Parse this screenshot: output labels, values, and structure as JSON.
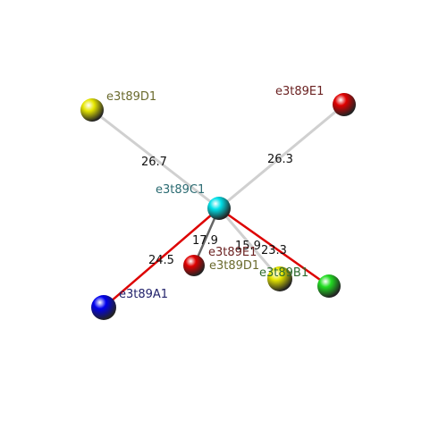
{
  "atoms": [
    {
      "id": "D1a",
      "label": "e3t89D1",
      "color": "#e6e600",
      "label_color": "#6b6b2e"
    },
    {
      "id": "E1a",
      "label": "e3t89E1",
      "color": "#e00000",
      "label_color": "#6b2222"
    },
    {
      "id": "C1",
      "label": "e3t89C1",
      "color": "#00e0e8",
      "label_color": "#2b6b72"
    },
    {
      "id": "E1b",
      "label": "e3t89E1",
      "color": "#e00000",
      "label_color": "#6b2222"
    },
    {
      "id": "D1b",
      "label": "e3t89D1",
      "color": "#e6e600",
      "label_color": "#6b6b2e"
    },
    {
      "id": "B1",
      "label": "e3t89B1",
      "color": "#22dd22",
      "label_color": "#2e6b2e"
    },
    {
      "id": "A1",
      "label": "e3t89A1",
      "color": "#0000ee",
      "label_color": "#22226b"
    }
  ],
  "bonds": [
    {
      "from": "C1",
      "to": "D1a",
      "distance": "26.7",
      "color": "#d0d0d0"
    },
    {
      "from": "C1",
      "to": "E1a",
      "distance": "26.3",
      "color": "#d0d0d0"
    },
    {
      "from": "C1",
      "to": "E1b",
      "distance": "17.9",
      "color": "#666666"
    },
    {
      "from": "C1",
      "to": "D1b",
      "distance": "15.9",
      "color": "#d0d0d0"
    },
    {
      "from": "C1",
      "to": "B1",
      "distance": "23.3",
      "color": "#dd0000"
    },
    {
      "from": "C1",
      "to": "A1",
      "distance": "24.5",
      "color": "#dd0000"
    }
  ]
}
